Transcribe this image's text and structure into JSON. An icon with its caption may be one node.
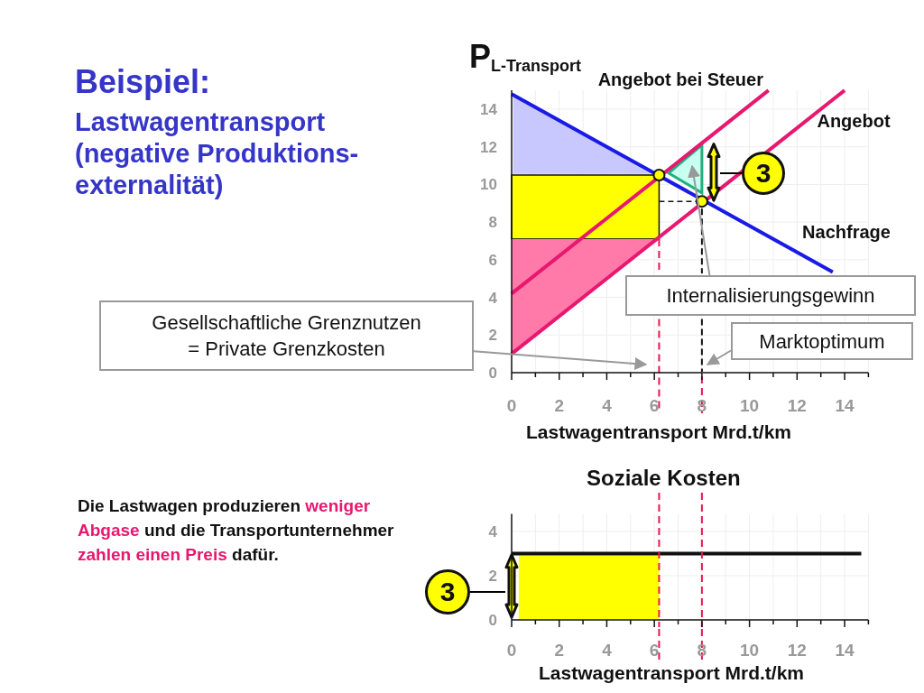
{
  "diagram": {
    "title": "Beispiel:",
    "nodes": [
      {
        "text": [
          "3"
        ]
      },
      {
        "text": [
          "Internalisierungsgewinn"
        ]
      },
      {
        "text": [
          "Gesellschaftliche Grenznutzen = Private Grenzkosten"
        ]
      },
      {
        "text": [
          "Marktoptimum"
        ]
      },
      {
        "text": [
          "3"
        ]
      },
      {
        "text": [],
        "shape": "triangle"
      },
      {
        "text": [],
        "shape": "box"
      },
      {
        "text": [],
        "shape": "triangle"
      },
      {
        "text": [],
        "shape": "triangle"
      },
      {
        "text": [],
        "shape": "line"
      },
      {
        "text": [],
        "shape": "line"
      },
      {
        "text": [],
        "shape": "box"
      },
      {
        "text": [],
        "shape": "arrow"
      },
      {
        "text": [],
        "shape": "arrow"
      }
    ],
    "edges": [
      {
        "from": 0,
        "to": 12,
        "arrow": "none",
        "color": "#000000"
      },
      {
        "from": 1,
        "to": 8,
        "arrow": "to"
      },
      {
        "from": 2,
        "to": 9,
        "arrow": "to"
      },
      {
        "from": 3,
        "to": 10,
        "arrow": "to"
      },
      {
        "from": 4,
        "to": 13,
        "arrow": "none",
        "color": "#000000"
      }
    ],
    "labels": [
      "Lastwagentransport (negative Produktions-externalität)",
      "Die Lastwagen produzieren **weniger Abgase** und die Transportunternehmer **zahlen einen Preis** dafür.",
      "Soziale Kosten",
      "4",
      "2",
      "0",
      "0",
      "2",
      "4",
      "6",
      "8",
      "10",
      "12",
      "14",
      "Lastwagentransport Mrd.t/km"
    ],
    "chart_data": {
      "type": "line",
      "ylabel": "P$_{L-Transport}$",
      "xlabel": "Lastwagentransport Mrd.t/km",
      "x": [
        0,
        4,
        10.8,
        11.4,
        13.5,
        14
      ],
      "series": [
        {
          "name": "Nachfrage",
          "color": "#1a1ae6",
          "values": [
            14.8,
            12,
            7.24,
            6.82,
            5.35,
            null
          ]
        },
        {
          "name": "Angebot",
          "color": "#e8176f",
          "values": [
            1,
            5,
            11.8,
            12.4,
            14.5,
            15
          ]
        },
        {
          "name": "Angebot bei Steuer",
          "color": "#e8176f",
          "values": [
            4.2,
            8.2,
            15,
            null,
            null,
            null
          ]
        }
      ],
      "xlim": [
        0,
        15
      ],
      "ylim": [
        0,
        15
      ],
      "xticks": [
        0,
        2,
        4,
        6,
        8,
        10,
        12,
        14
      ],
      "yticks": [
        0,
        2,
        4,
        6,
        8,
        10,
        12,
        14
      ],
      "grid": true
    }
  }
}
